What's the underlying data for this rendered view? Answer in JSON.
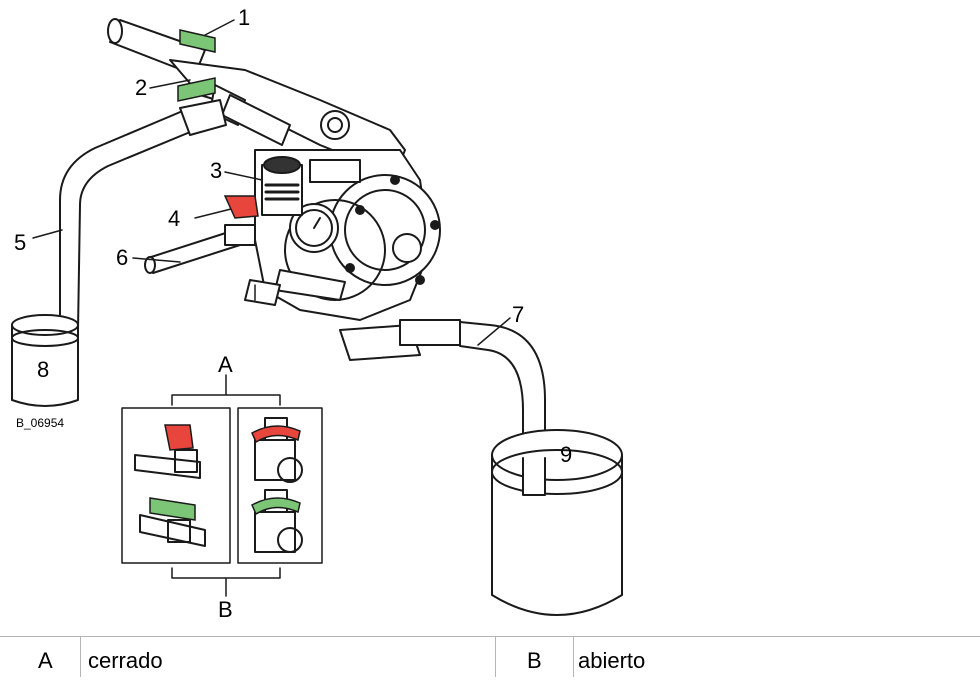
{
  "figure": {
    "callouts": [
      "1",
      "2",
      "3",
      "4",
      "5",
      "6",
      "7",
      "8",
      "9"
    ],
    "inset_labels": {
      "top": "A",
      "bottom": "B"
    },
    "drawing_number": "B_06954",
    "colors": {
      "open_valve": "#7cc576",
      "closed_valve": "#e8453c",
      "line": "#1a1a1a"
    }
  },
  "legend": {
    "rows": [
      {
        "key": "A",
        "text": "cerrado"
      },
      {
        "key": "B",
        "text": "abierto"
      }
    ]
  }
}
